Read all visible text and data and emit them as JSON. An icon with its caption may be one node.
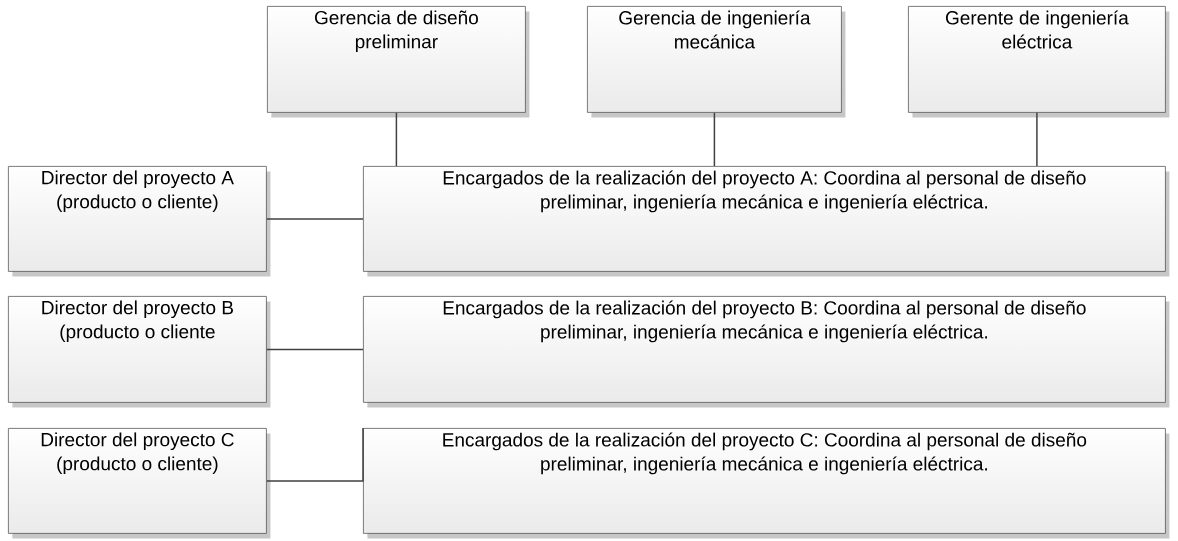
{
  "diagram": {
    "nodes": [
      {
        "text": [
          "Gerencia de diseño preliminar"
        ]
      },
      {
        "text": [
          "Gerencia de ingeniería mecánica"
        ]
      },
      {
        "text": [
          "Gerente de ingeniería eléctrica"
        ]
      },
      {
        "text": [
          "Director del proyecto A (producto o cliente)"
        ]
      },
      {
        "text": [
          "Encargados de la realización del proyecto A: Coordina al personal de diseño preliminar, ingeniería mecánica e ingeniería eléctrica."
        ]
      },
      {
        "text": [
          "Director del proyecto B (producto o cliente"
        ]
      },
      {
        "text": [
          "Encargados de la realización del proyecto B: Coordina al personal de diseño preliminar, ingeniería mecánica e ingeniería eléctrica."
        ]
      },
      {
        "text": [
          "Director del proyecto C (producto o cliente)"
        ]
      },
      {
        "text": [
          "Encargados de la realización del proyecto C: Coordina al personal de diseño preliminar, ingeniería mecánica e ingeniería eléctrica."
        ]
      }
    ],
    "edges": [
      {
        "from": 0,
        "to": 4,
        "arrow": "none"
      },
      {
        "from": 1,
        "to": 4,
        "arrow": "none"
      },
      {
        "from": 2,
        "to": 4,
        "arrow": "none"
      },
      {
        "from": 3,
        "to": 4,
        "arrow": "none"
      },
      {
        "from": 5,
        "to": 6,
        "arrow": "none"
      },
      {
        "from": 7,
        "to": 8,
        "arrow": "none"
      }
    ]
  }
}
